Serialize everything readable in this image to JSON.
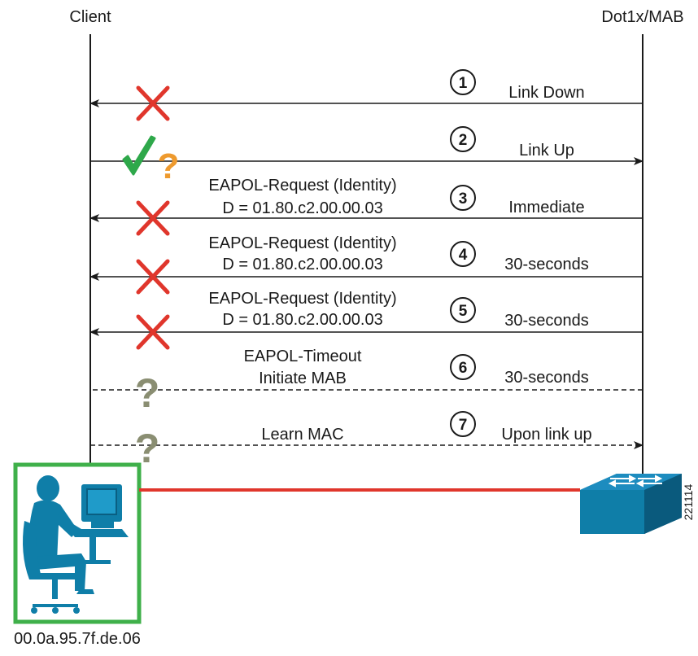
{
  "participants": {
    "left": "Client",
    "right": "Dot1x/MAB"
  },
  "steps": [
    {
      "number": "1",
      "right_label": "Link Down",
      "message_lines": [],
      "direction": "to-client",
      "style": "solid",
      "client_marker": "red-x"
    },
    {
      "number": "2",
      "right_label": "Link Up",
      "message_lines": [],
      "direction": "to-switch",
      "style": "solid",
      "client_marker": "check-and-question"
    },
    {
      "number": "3",
      "right_label": "Immediate",
      "message_lines": [
        "EAPOL-Request (Identity)",
        "D = 01.80.c2.00.00.03"
      ],
      "direction": "to-client",
      "style": "solid",
      "client_marker": "red-x"
    },
    {
      "number": "4",
      "right_label": "30-seconds",
      "message_lines": [
        "EAPOL-Request (Identity)",
        "D = 01.80.c2.00.00.03"
      ],
      "direction": "to-client",
      "style": "solid",
      "client_marker": "red-x"
    },
    {
      "number": "5",
      "right_label": "30-seconds",
      "message_lines": [
        "EAPOL-Request (Identity)",
        "D = 01.80.c2.00.00.03"
      ],
      "direction": "to-client",
      "style": "solid",
      "client_marker": "red-x"
    },
    {
      "number": "6",
      "right_label": "30-seconds",
      "message_lines": [
        "EAPOL-Timeout",
        "Initiate MAB"
      ],
      "direction": "none",
      "style": "dashed",
      "client_marker": "gray-question"
    },
    {
      "number": "7",
      "right_label": "Upon link up",
      "message_lines": [
        "Learn MAC"
      ],
      "direction": "to-switch",
      "style": "dashed",
      "client_marker": "gray-question"
    }
  ],
  "client_mac": "00.0a.95.7f.de.06",
  "figure_id": "221114",
  "colors": {
    "x_mark": "#e0362c",
    "check": "#2ea84a",
    "question_orange": "#ee9a2e",
    "question_gray": "#8a8e72",
    "link": "#e0362c",
    "client_box": "#3fb04a",
    "device_blue": "#0f7ea8"
  }
}
